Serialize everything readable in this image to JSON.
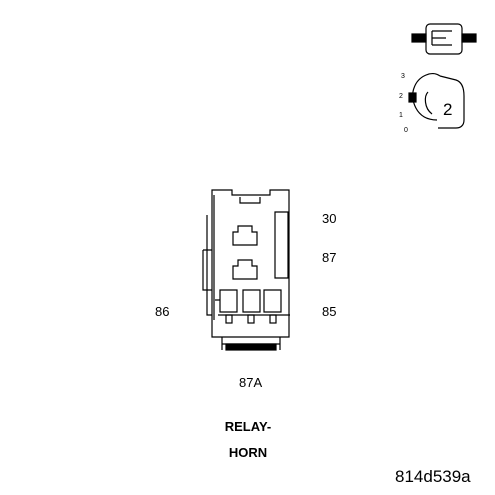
{
  "pins": {
    "p30": "30",
    "p87": "87",
    "p86": "86",
    "p85": "85",
    "p87a": "87A"
  },
  "component": {
    "line1": "RELAY-",
    "line2": "HORN"
  },
  "figure_id": "814d539a",
  "view_indicator": {
    "number": "2",
    "positions": [
      "3",
      "2",
      "1",
      "0"
    ]
  }
}
